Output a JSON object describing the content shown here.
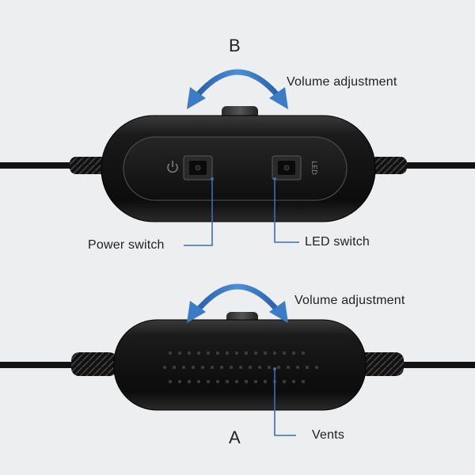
{
  "panel_b": {
    "letter": "B",
    "volume_label": "Volume adjustment",
    "power_label": "Power switch",
    "led_label": "LED switch",
    "led_icon_text": "LED"
  },
  "panel_a": {
    "letter": "A",
    "volume_label": "Volume adjustment",
    "vents_label": "Vents"
  },
  "colors": {
    "arrow": "#2f6db8",
    "callout_line": "#3a6fb0",
    "controller_body": "#151515",
    "background": "#eceeef"
  }
}
